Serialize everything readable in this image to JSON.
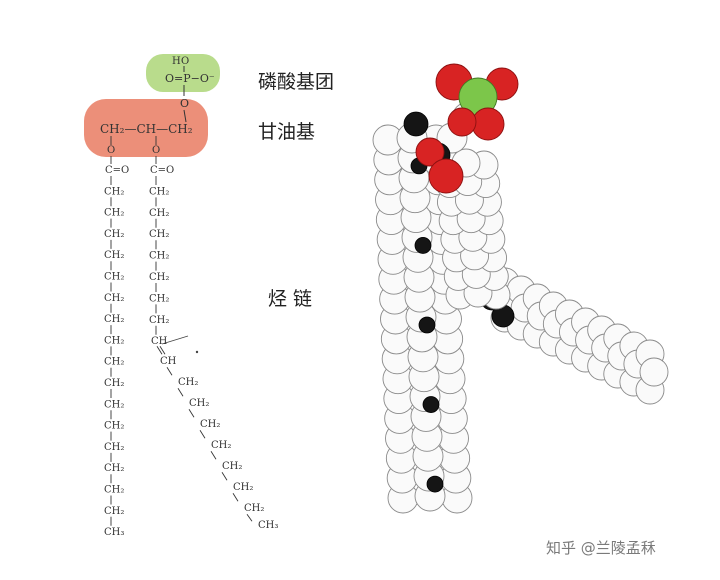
{
  "labels": {
    "phosphate": "磷酸基团",
    "glycerol": "甘油基",
    "hydrocarbon": "烃 链"
  },
  "watermark": "知乎 @兰陵孟秝",
  "formula": {
    "phosphate_h": "H",
    "phosphate_o_top": "O",
    "phosphate_line": "O=P−O⁻",
    "phosphate_bridge_o": "O",
    "glycerol_line": "CH₂—CH—CH₂",
    "ester_o": "O",
    "carbonyl": "C=O",
    "ch2": "CH₂",
    "ch": "CH",
    "ch3": "CH₃",
    "chain1_ch2_count": 16,
    "chain2_ch2_before_double_bond": 7,
    "chain2_ch2_after_double_bond": 7
  },
  "colors": {
    "phosphate_highlight": "#b9dc8c",
    "glycerol_highlight": "#ec8f79",
    "oxygen": "#d82323",
    "phosphorus": "#7cc64a",
    "carbon": "#151515",
    "hydrogen": "#fafafa"
  }
}
